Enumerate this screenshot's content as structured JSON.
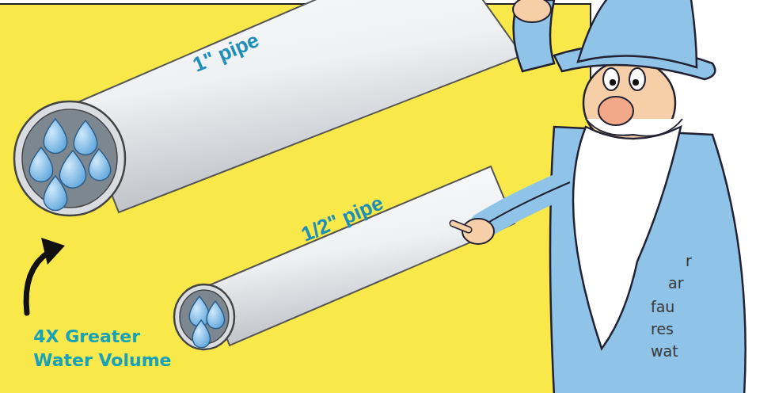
{
  "diagram": {
    "labels": [
      "1\" pipe",
      "1/2\" pipe",
      "4X Greater Water Volume",
      "r",
      "ar",
      "fau",
      "res",
      "wat"
    ]
  }
}
